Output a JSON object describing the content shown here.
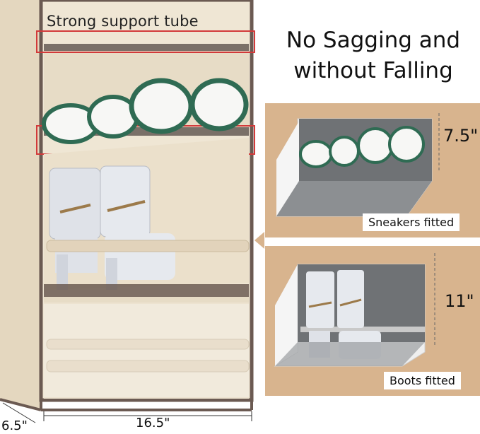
{
  "image": {
    "support_label": "Strong support tube",
    "headline_line1": "No Sagging and",
    "headline_line2": "without Falling",
    "sneakers_label": "Sneakers fitted",
    "sneakers_height": "7.5\"",
    "boots_label": "Boots fitted",
    "boots_height": "11\"",
    "width_dim": "16.5\"",
    "depth_dim": "6.5\""
  },
  "colors": {
    "panel_bg": "#d8b48e",
    "fabric": "#ede3d0",
    "frame": "#6b5a52",
    "highlight": "#d23a3a",
    "sole_green": "#2f6b53"
  }
}
